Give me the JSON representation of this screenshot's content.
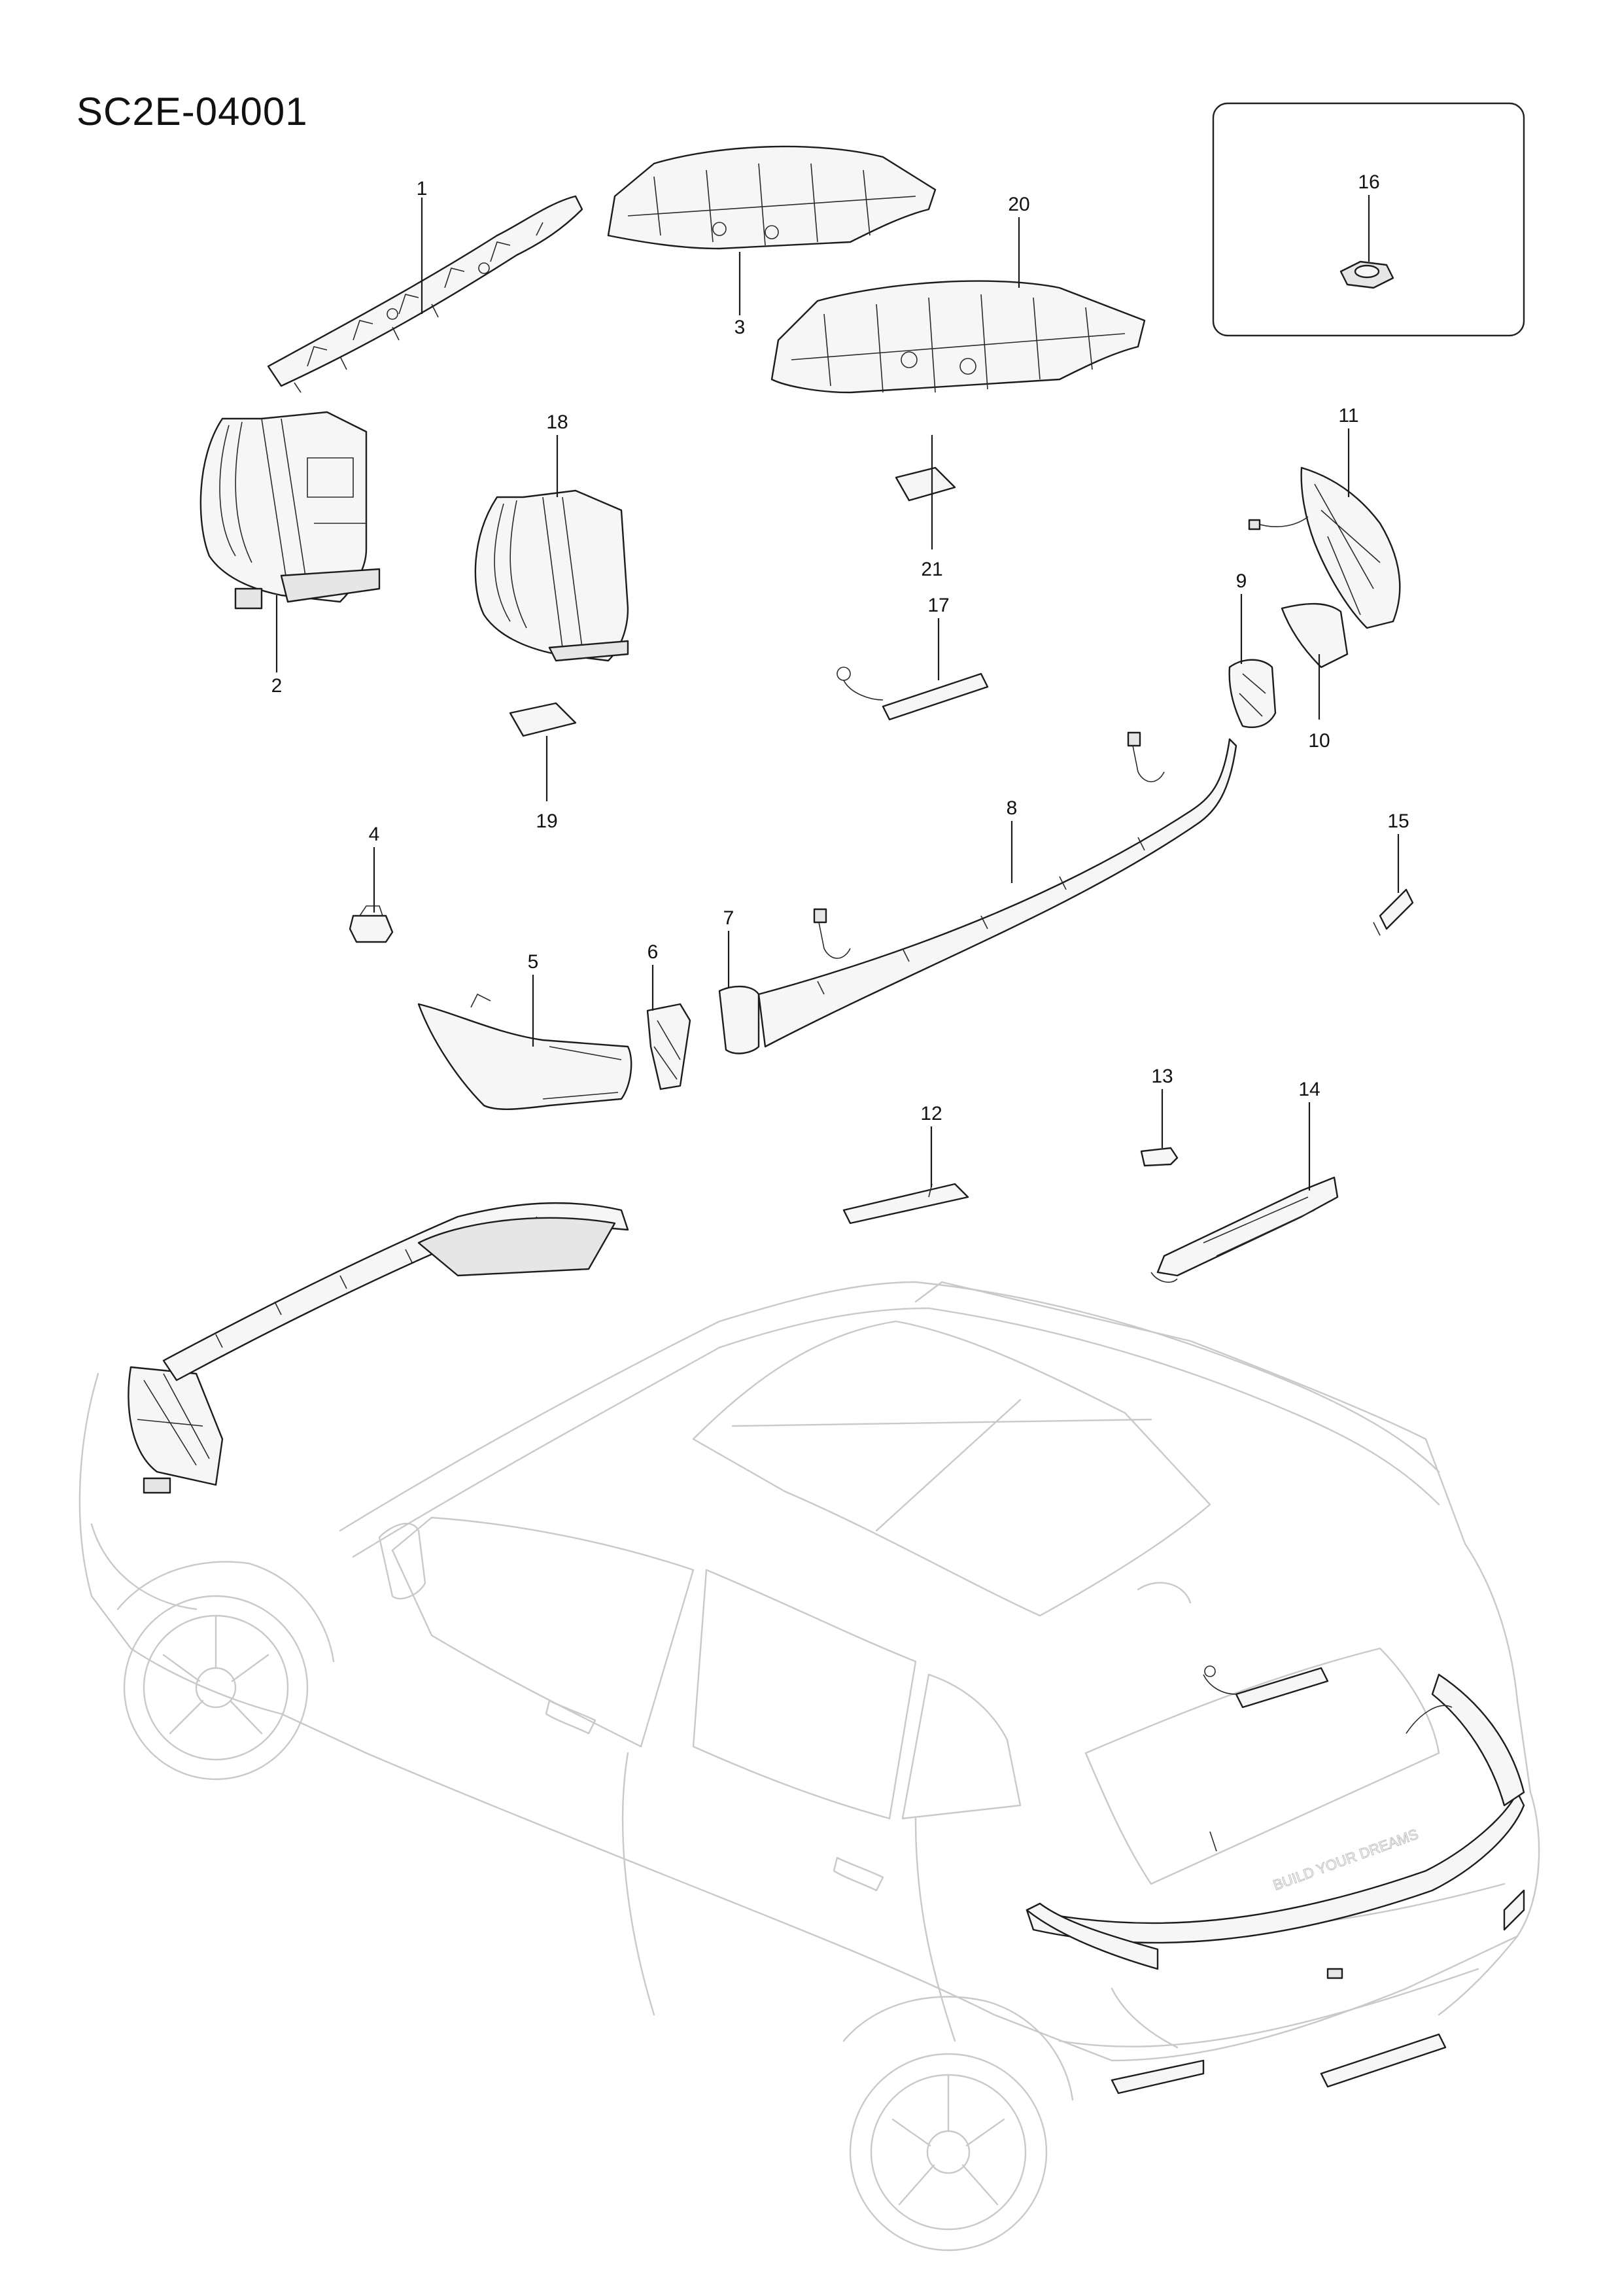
{
  "diagram": {
    "code": "SC2E-04001",
    "callouts": [
      "1",
      "2",
      "3",
      "4",
      "5",
      "6",
      "7",
      "8",
      "9",
      "10",
      "11",
      "12",
      "13",
      "14",
      "15",
      "16",
      "17",
      "18",
      "19",
      "20",
      "21"
    ],
    "vehicle_badge_text": "BUILD YOUR DREAMS"
  },
  "colors": {
    "line": "#1c1c1c",
    "part_fill": "#f6f6f6",
    "vehicle_outline": "#c9c9c9"
  }
}
